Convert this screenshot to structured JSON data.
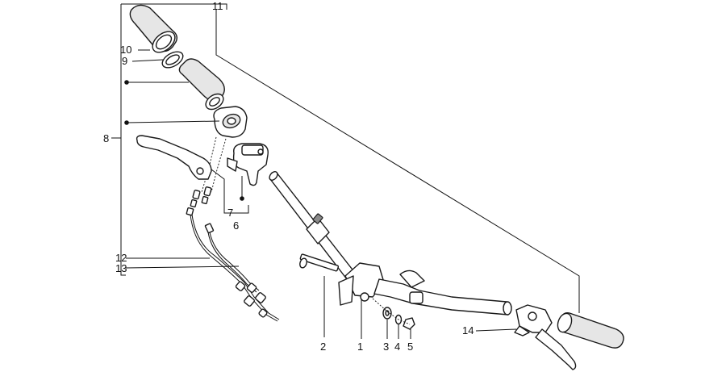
{
  "diagram": {
    "callouts": {
      "c1": "1",
      "c2": "2",
      "c3": "3",
      "c4": "4",
      "c5": "5",
      "c6": "6",
      "c7": "7",
      "c8": "8",
      "c9": "9",
      "c10": "10",
      "c11": "11",
      "c12": "12",
      "c13": "13",
      "c14": "14"
    },
    "colors": {
      "ink": "#1a1a1a",
      "fill": "#ffffff",
      "shade": "#e6e6e6"
    }
  }
}
